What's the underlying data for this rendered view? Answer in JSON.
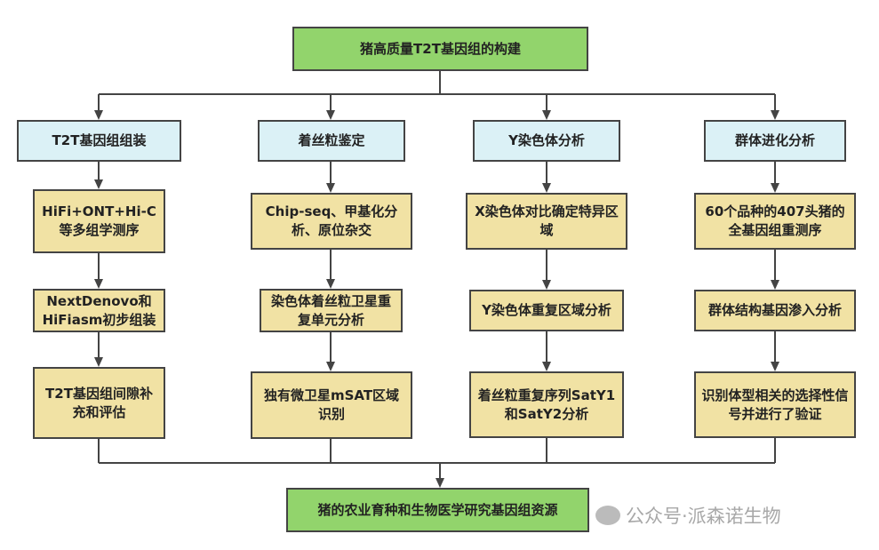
{
  "root": "猪高质量T2T基因组的构建",
  "columns": [
    {
      "header": "T2T基因组组装",
      "steps": [
        "HiFi+ONT+Hi-C等多组学测序",
        "NextDenovo和HiFiasm初步组装",
        "T2T基因组间隙补充和评估"
      ]
    },
    {
      "header": "着丝粒鉴定",
      "steps": [
        "Chip-seq、甲基化分析、原位杂交",
        "染色体着丝粒卫星重复单元分析",
        "独有微卫星mSAT区域识别"
      ]
    },
    {
      "header": "Y染色体分析",
      "steps": [
        "X染色体对比确定特异区域",
        "Y染色体重复区域分析",
        "着丝粒重复序列SatY1和SatY2分析"
      ]
    },
    {
      "header": "群体进化分析",
      "steps": [
        "60个品种的407头猪的全基因组重测序",
        "群体结构基因渗入分析",
        "识别体型相关的选择性信号并进行了验证"
      ]
    }
  ],
  "result": "猪的农业育种和生物医学研究基因组资源",
  "watermark": "公众号·派森诺生物",
  "colors": {
    "root": "#92d46c",
    "header": "#dbf1f6",
    "step": "#f1e2a4",
    "line": "#444444"
  }
}
